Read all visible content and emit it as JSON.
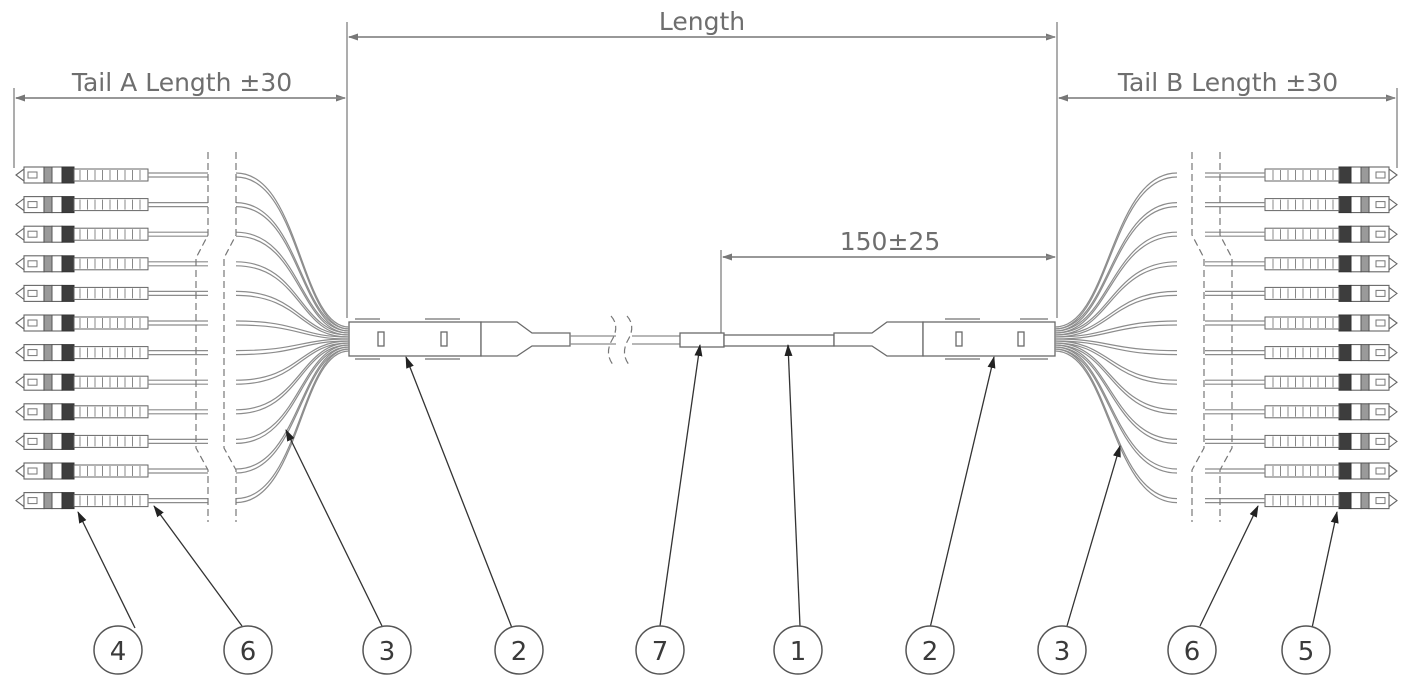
{
  "dimensions": {
    "length": "Length",
    "tail_a": "Tail A Length ±30",
    "tail_b": "Tail B Length ±30",
    "breakout": "150±25"
  },
  "callouts": [
    "4",
    "6",
    "3",
    "2",
    "7",
    "1",
    "2",
    "3",
    "6",
    "5"
  ],
  "connector_count_per_side": 12
}
